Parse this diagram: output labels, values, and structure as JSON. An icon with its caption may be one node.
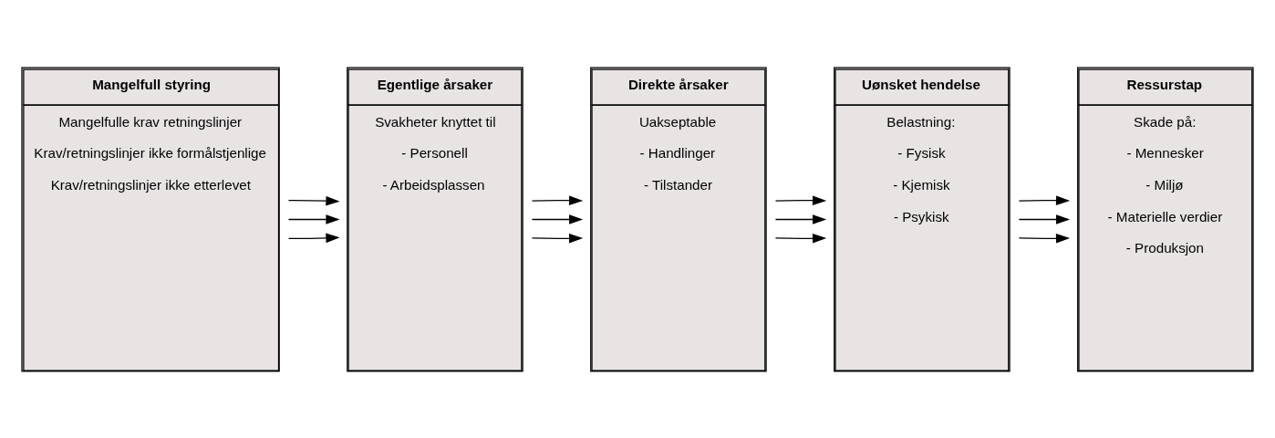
{
  "diagram": {
    "nodes": [
      {
        "text": [
          "Mangelfull styring",
          "Mangelfulle krav retningslinjer",
          "Krav/retningslinjer ikke formålstjenlige",
          "Krav/retningslinjer ikke etterlevet"
        ]
      },
      {
        "text": [
          "Egentlige årsaker",
          "Svakheter knyttet til",
          "- Personell",
          "- Arbeidsplassen"
        ]
      },
      {
        "text": [
          "Direkte årsaker",
          "Uakseptable",
          "- Handlinger",
          "- Tilstander"
        ]
      },
      {
        "text": [
          "Uønsket hendelse",
          "Belastning:",
          "- Fysisk",
          "- Kjemisk",
          "- Psykisk"
        ]
      },
      {
        "text": [
          "Ressurstap",
          "Skade på:",
          "- Mennesker",
          "- Miljø",
          "- Materielle verdier",
          "- Produksjon"
        ]
      }
    ],
    "edges": [
      {
        "from": 0,
        "to": 1,
        "arrow": "to"
      },
      {
        "from": 0,
        "to": 1,
        "arrow": "to"
      },
      {
        "from": 0,
        "to": 1,
        "arrow": "to"
      },
      {
        "from": 1,
        "to": 2,
        "arrow": "to"
      },
      {
        "from": 1,
        "to": 2,
        "arrow": "to"
      },
      {
        "from": 1,
        "to": 2,
        "arrow": "to"
      },
      {
        "from": 2,
        "to": 3,
        "arrow": "to"
      },
      {
        "from": 2,
        "to": 3,
        "arrow": "to"
      },
      {
        "from": 2,
        "to": 3,
        "arrow": "to"
      },
      {
        "from": 3,
        "to": 4,
        "arrow": "to"
      },
      {
        "from": 3,
        "to": 4,
        "arrow": "to"
      },
      {
        "from": 3,
        "to": 4,
        "arrow": "to"
      }
    ]
  }
}
